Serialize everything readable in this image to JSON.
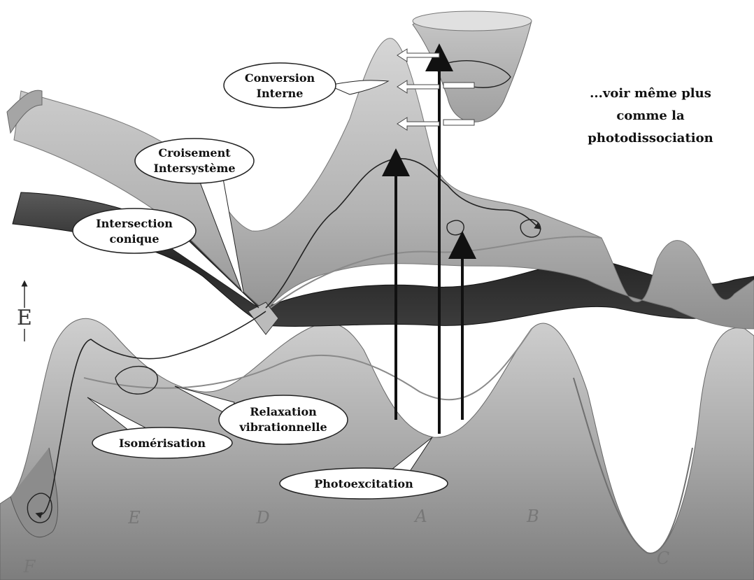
{
  "callouts": {
    "conversion_interne": [
      "Conversion",
      "Interne"
    ],
    "croisement_intersysteme": [
      "Croisement",
      "Intersystème"
    ],
    "intersection_conique": [
      "Intersection",
      "conique"
    ],
    "relaxation_vibrationnelle": [
      "Relaxation",
      "vibrationnelle"
    ],
    "isomerisation": [
      "Isomérisation"
    ],
    "photoexcitation": [
      "Photoexcitation"
    ]
  },
  "note_lines": [
    "...voir même plus",
    "comme la",
    "photodissociation"
  ],
  "axis": {
    "label": "E"
  },
  "region_letters": [
    "F",
    "E",
    "D",
    "A",
    "B",
    "C"
  ],
  "colors": {
    "surface_light": "#bdbdbd",
    "surface_mid": "#9a9a9a",
    "surface_dark": "#2f2f2f",
    "arrow": "#111111",
    "callout_fill": "#ffffff"
  }
}
